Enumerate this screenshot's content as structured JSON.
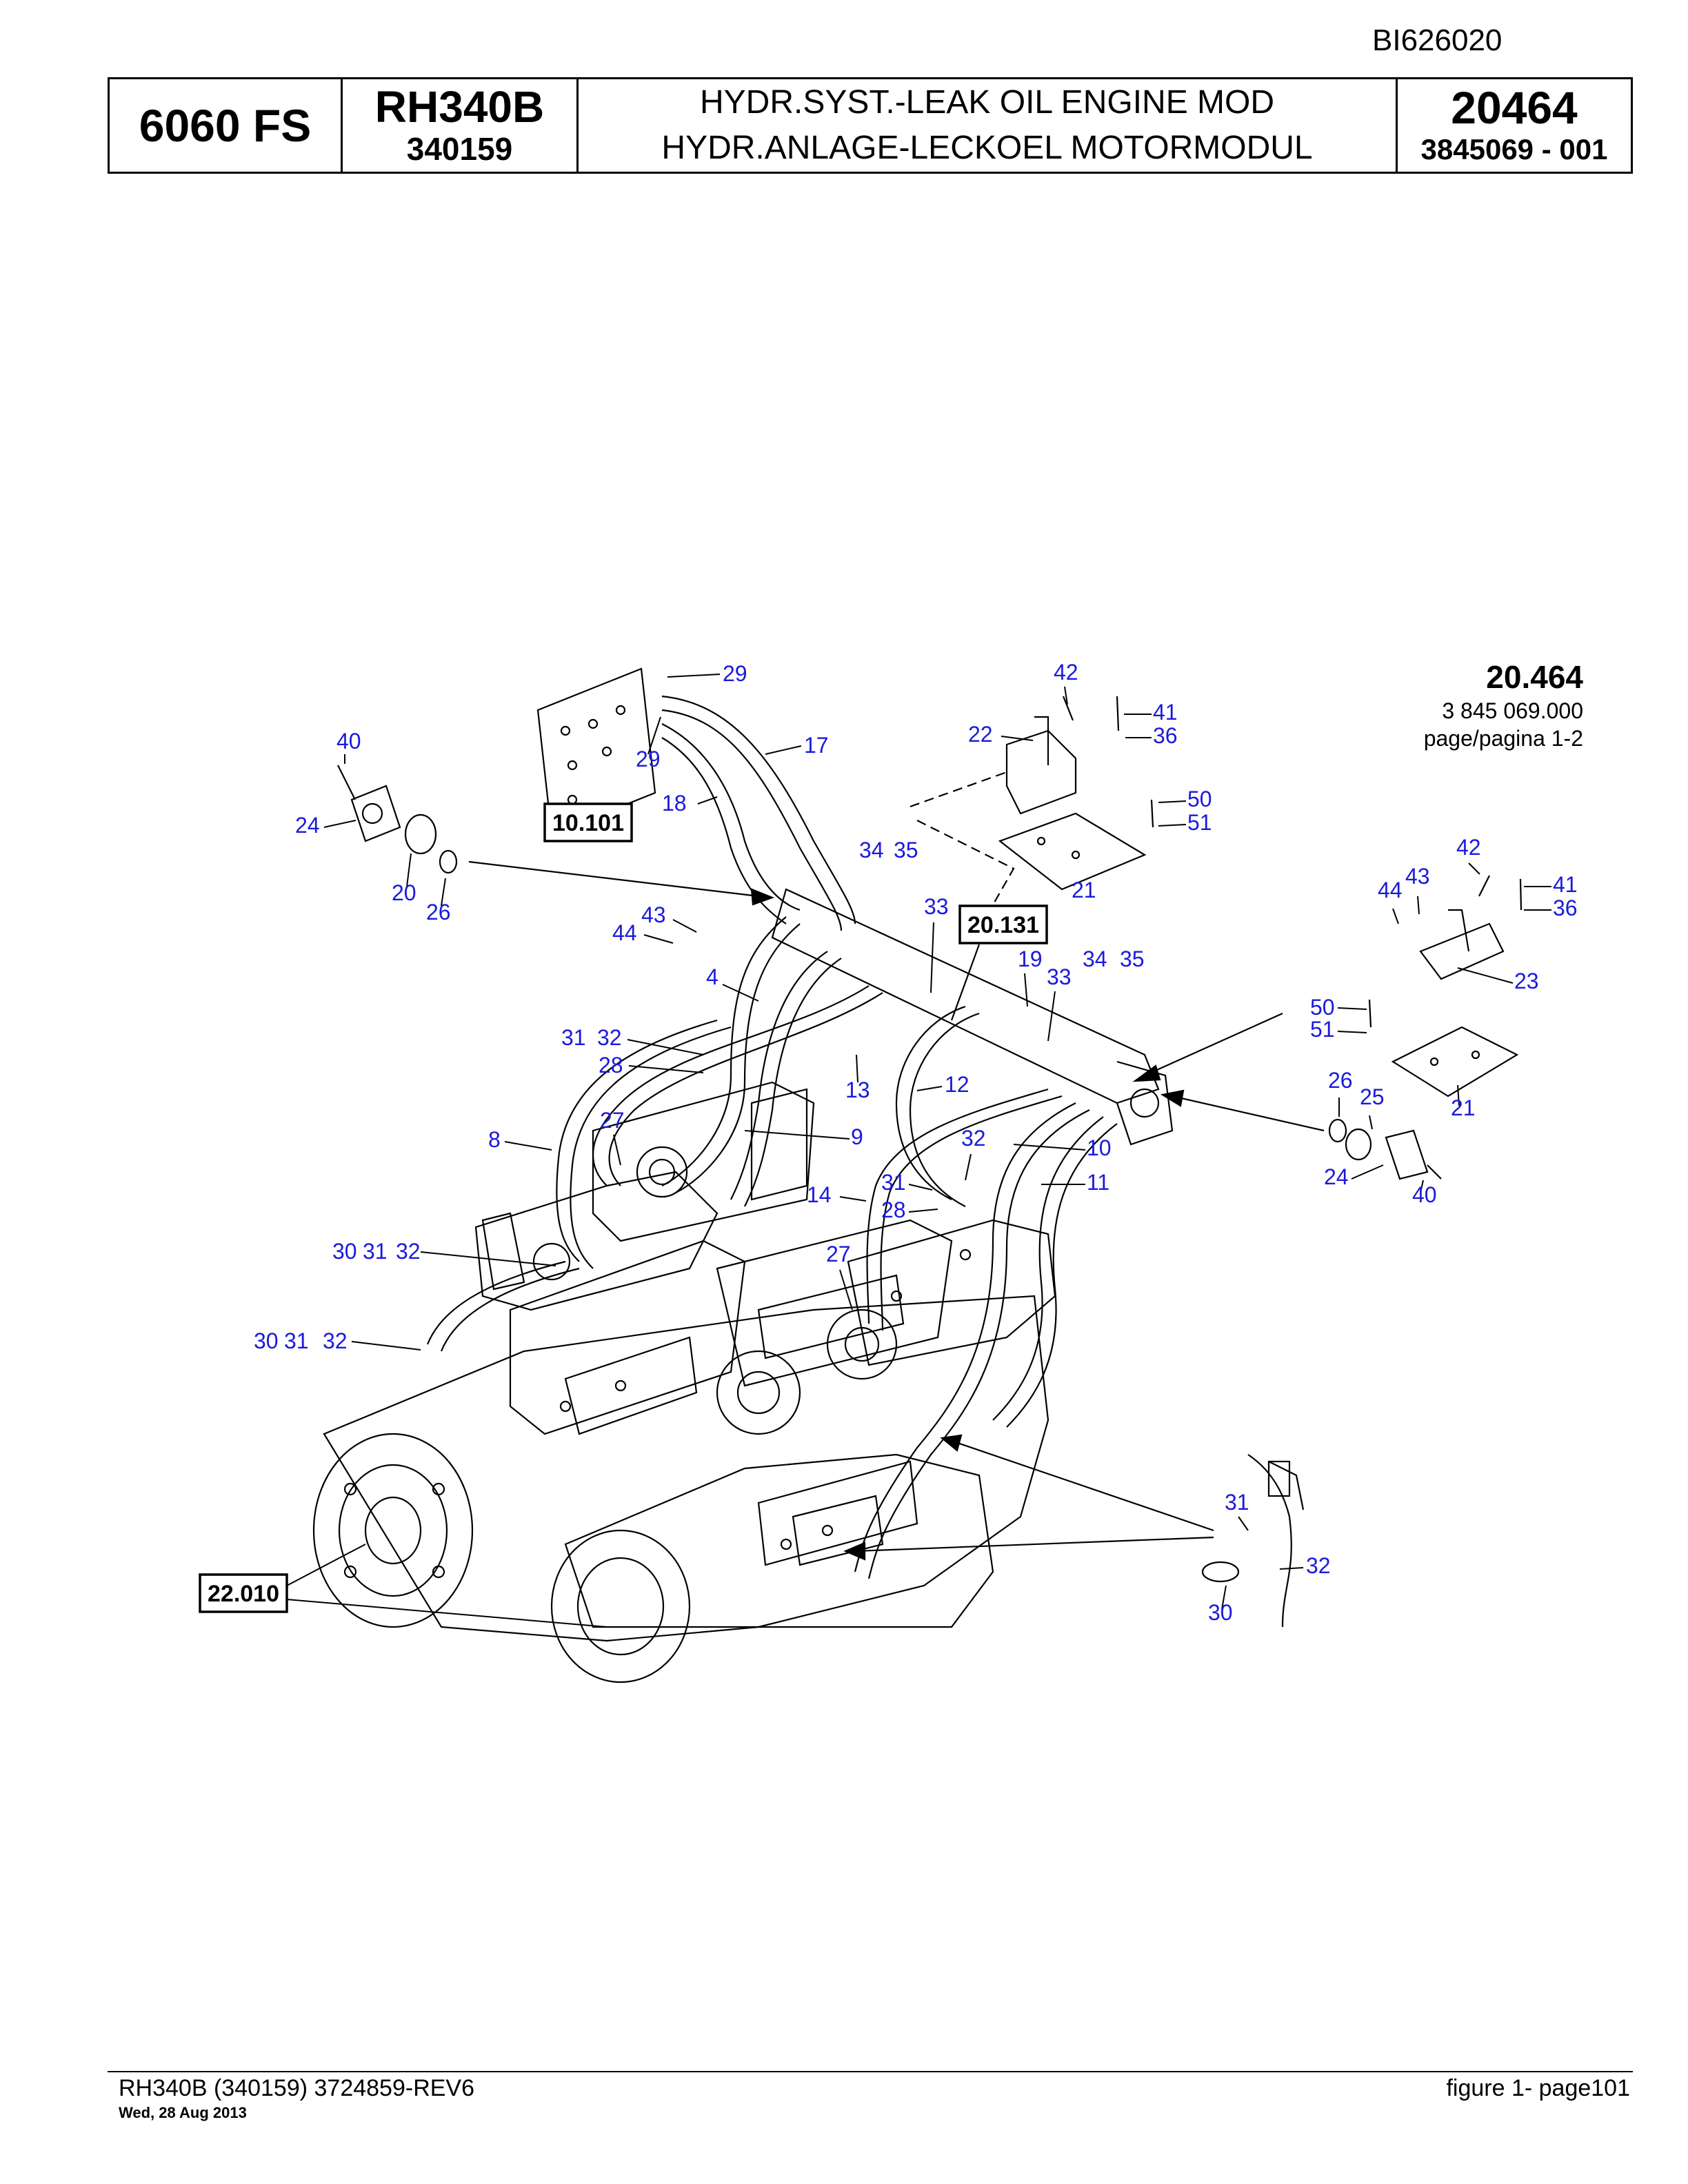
{
  "header": {
    "doc_id": "BI626020",
    "model": "6060 FS",
    "machine": "RH340B",
    "serial": "340159",
    "title_en": "HYDR.SYST.-LEAK OIL ENGINE MOD",
    "title_de": "HYDR.ANLAGE-LECKOEL MOTORMODUL",
    "group_number": "20464",
    "part_number": "3845069 - 001"
  },
  "figure": {
    "ref_number": "20.464",
    "drawing_number": "3 845 069.000",
    "page_ref": "page/pagina 1-2",
    "ref_boxes": [
      "10.101",
      "20.131",
      "22.010"
    ],
    "callouts": [
      "29",
      "29",
      "17",
      "18",
      "40",
      "24",
      "20",
      "26",
      "42",
      "41",
      "36",
      "22",
      "50",
      "51",
      "21",
      "34",
      "35",
      "33",
      "19",
      "33",
      "34",
      "35",
      "43",
      "44",
      "4",
      "31",
      "32",
      "28",
      "13",
      "12",
      "27",
      "9",
      "8",
      "31",
      "28",
      "32",
      "14",
      "10",
      "11",
      "27",
      "30",
      "31",
      "32",
      "30",
      "31",
      "32",
      "42",
      "41",
      "36",
      "44",
      "43",
      "23",
      "50",
      "51",
      "26",
      "25",
      "21",
      "24",
      "40",
      "31",
      "32",
      "30"
    ]
  },
  "footer": {
    "left": "RH340B (340159) 3724859-REV6",
    "date": "Wed, 28 Aug 2013",
    "right": "figure  1- page101"
  }
}
